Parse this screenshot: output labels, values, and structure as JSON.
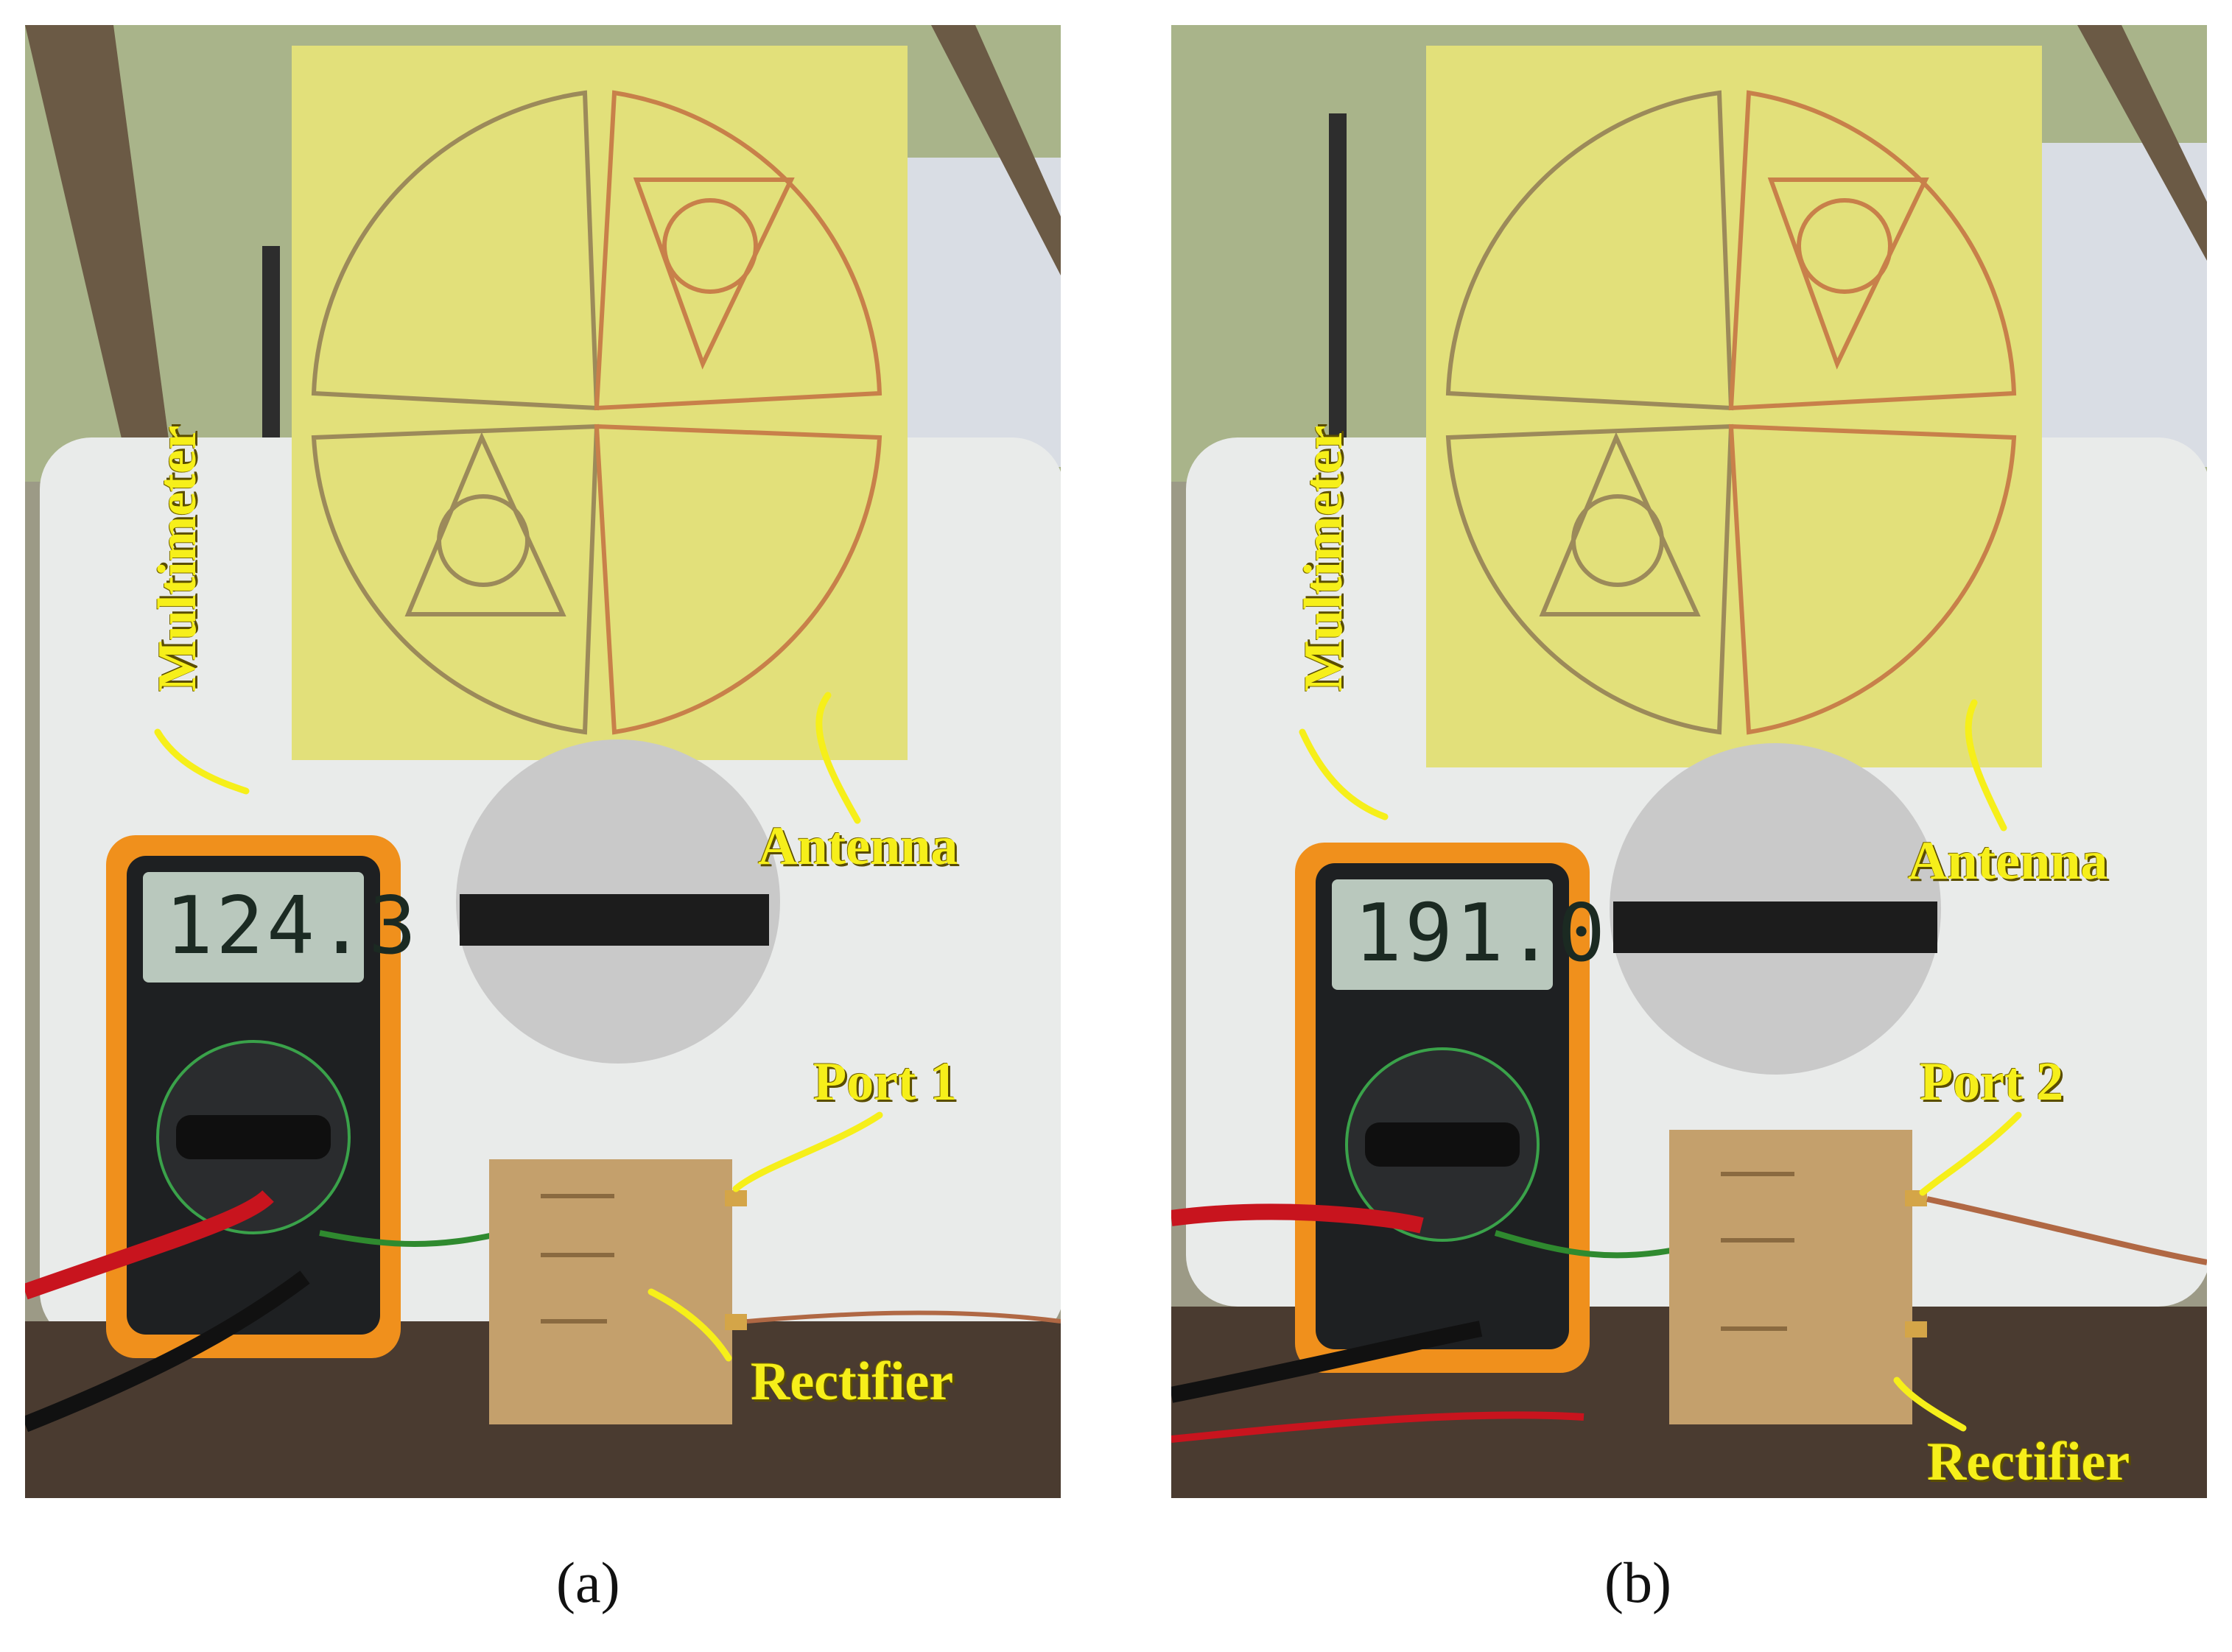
{
  "panels": [
    {
      "id": "a",
      "caption": "(a)",
      "meter_reading": "124.3",
      "labels": {
        "multimeter": "Multimeter",
        "antenna": "Antenna",
        "port": "Port 1",
        "rectifier": "Rectifier"
      }
    },
    {
      "id": "b",
      "caption": "(b)",
      "meter_reading": "191.0",
      "labels": {
        "multimeter": "Multimeter",
        "antenna": "Antenna",
        "port": "Port 2",
        "rectifier": "Rectifier"
      }
    }
  ],
  "colors": {
    "callout_text": "#f6ef1a",
    "antenna_substrate": "#e2e07a",
    "copper_trace": "#c8804a",
    "multimeter_body": "#f0901c",
    "rectifier_board": "#c4a06c"
  }
}
